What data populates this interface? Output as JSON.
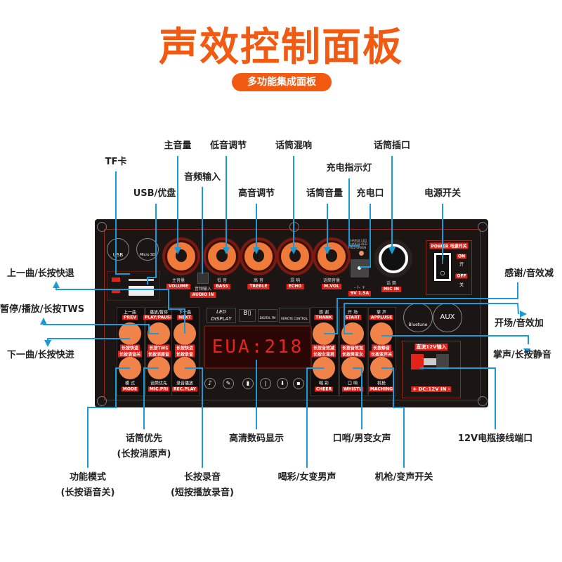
{
  "title": "声效控制面板",
  "subtitle": "多功能集成面板",
  "callouts": {
    "volume": "主音量",
    "bass": "低音调节",
    "echo": "话筒混响",
    "mic_jack": "话筒插口",
    "tf": "TF卡",
    "audio_in": "音频输入",
    "charge_led": "充电指示灯",
    "usb": "USB/优盘",
    "treble": "高音调节",
    "mic_vol": "话筒音量",
    "charge_port": "充电口",
    "power": "电源开关",
    "prev": "上一曲/长按快退",
    "play": "暂停/播放/长按TWS",
    "next": "下一曲/长按快进",
    "thank": "感谢/音效减",
    "start": "开场/音效加",
    "applause": "掌声/长按静音",
    "mic_pri": "话筒优先",
    "mic_pri_sub": "(长按消原声)",
    "display": "高清数码显示",
    "whistle": "口哨/男变女声",
    "battery": "12V电瓶接线端口",
    "mode": "功能模式",
    "mode_sub": "(长按语音关)",
    "rec": "长按录音",
    "rec_sub": "(短按播放录音)",
    "cheer": "喝彩/女变男声",
    "machine": "机枪/变声开关"
  },
  "panel": {
    "usb_icon": "USB",
    "sd_icon": "Micro SD",
    "knobs": [
      {
        "cn": "主音量",
        "en": "VOLUME"
      },
      {
        "cn": "低 音",
        "en": "BASS"
      },
      {
        "cn": "高 音",
        "en": "TREBLE"
      },
      {
        "cn": "混 响",
        "en": "ECHO"
      },
      {
        "cn": "话筒音量",
        "en": "M.VOL"
      }
    ],
    "audio_in": {
      "cn": "音频输入",
      "en": "AUDIO IN"
    },
    "charge_led": "CHARGE LED CHARGE-RED FULL-GREEN",
    "dc": {
      "sym": "- (- +",
      "val": "9V 1.5A"
    },
    "mic": {
      "cn": "话 筒",
      "en": "MIC IN"
    },
    "power": {
      "title": "POWER 电源开关",
      "on": "ON",
      "on_cn": "开",
      "off": "OFF",
      "off_cn": "关"
    },
    "left_buttons": [
      {
        "top_cn": "上一曲",
        "top_en": "PREV",
        "bot1": "长按快退",
        "bot2": "长按语音关",
        "low_cn": "模 式",
        "low_en": "MODE"
      },
      {
        "top_cn": "播放/暂停",
        "top_en": "PLAY/PAUSE",
        "bot1": "长按TWS",
        "bot2": "长按消原音",
        "low_cn": "话筒优先",
        "low_en": "MIC.PRI"
      },
      {
        "top_cn": "下一曲",
        "top_en": "NEXT",
        "bot1": "长按快进",
        "bot2": "长按录音",
        "low_cn": "录音播放",
        "low_en": "REC.PLAY"
      }
    ],
    "right_buttons": [
      {
        "top_cn": "感 谢",
        "top_en": "THANK",
        "bot1": "长按音效减",
        "bot2": "长按女变男",
        "low_cn": "喝 彩",
        "low_en": "CHEER"
      },
      {
        "top_cn": "开 场",
        "top_en": "START",
        "bot1": "长按音效加",
        "bot2": "长按男变女",
        "low_cn": "口 哨",
        "low_en": "WHISTL"
      },
      {
        "top_cn": "掌 声",
        "top_en": "APPLUSE",
        "bot1": "长按静音",
        "bot2": "长按变声关",
        "low_cn": "机枪",
        "low_en": "MACHING"
      }
    ],
    "led_logo": "LED DISPLAY",
    "digital_fm": "DIGITAL FM",
    "remote": "REMOTE CONTROL",
    "display_value": "EUA:218",
    "bluetooth": "Bluetune",
    "aux": "AUX",
    "dc12_title": "直流12V输入",
    "dc12_label": "+ DC:12V IN -"
  },
  "colors": {
    "accent": "#f25a12",
    "line": "#1a9bd7",
    "panel": "#1b1514",
    "red": "#e2231a"
  }
}
